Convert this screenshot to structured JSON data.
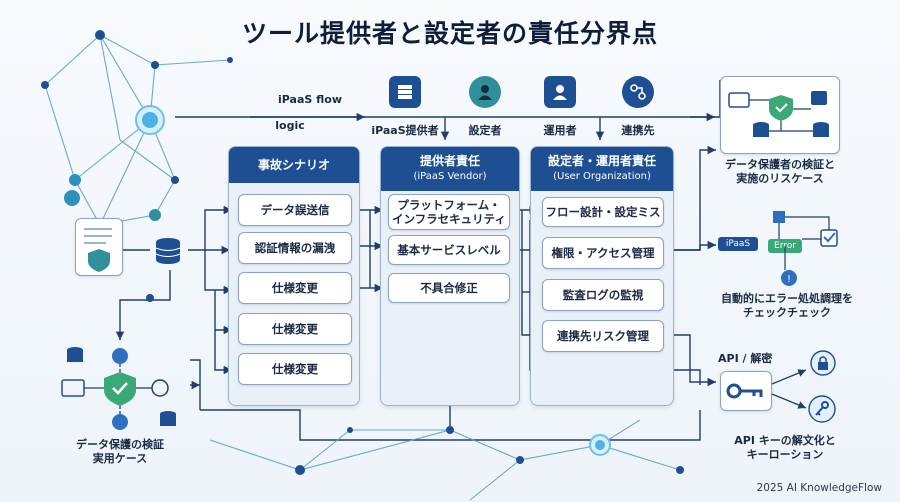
{
  "title": "ツール提供者と設定者の責任分界点",
  "top_flow": {
    "line1": "iPaaS flow",
    "line2": "logic"
  },
  "roles": [
    {
      "label": "iPaaS提供者",
      "icon": "server-stack-icon"
    },
    {
      "label": "設定者",
      "icon": "person-icon"
    },
    {
      "label": "運用者",
      "icon": "user-icon"
    },
    {
      "label": "連携先",
      "icon": "connection-icon"
    }
  ],
  "columns": {
    "incident": {
      "header": "事故シナリオ",
      "items": [
        "データ誤送信",
        "認証情報の漏洩",
        "仕様変更",
        "仕様変更",
        "仕様変更"
      ]
    },
    "vendor": {
      "header": "提供者責任",
      "subheader": "(iPaaS Vendor)",
      "items": [
        "プラットフォーム・\nインフラセキュリティ",
        "基本サービスレベル",
        "不具合修正"
      ]
    },
    "user": {
      "header": "設定者・運用者責任",
      "subheader": "(User Organization)",
      "items": [
        "フロー設計・設定ミス",
        "権限・アクセス管理",
        "監査ログの監視",
        "連携先リスク管理"
      ]
    }
  },
  "right_panels": {
    "data_protection": {
      "caption": "データ保護者の検証と\n実施のリスケース"
    },
    "error_handling": {
      "node_label": "iPaaS",
      "error_label": "Error",
      "caption": "自動的にエラー処処調理を\nチェックチェック"
    },
    "api": {
      "label": "API / 解密",
      "caption": "API キーの解文化と\nキーローション"
    }
  },
  "left_panel": {
    "caption": "データ保護の検証\n実用ケース"
  },
  "credit": "2025 AI KnowledgeFlow",
  "colors": {
    "navy": "#1f4f93",
    "teal": "#2f8f9a",
    "green": "#3aa877",
    "line": "#1f3e6b"
  }
}
